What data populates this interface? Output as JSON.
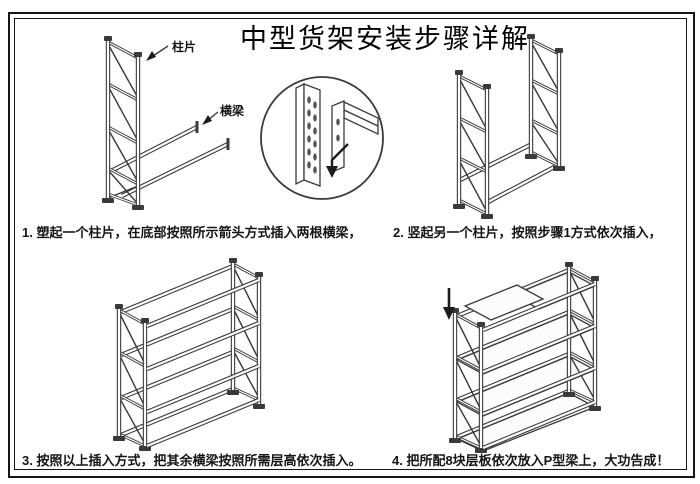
{
  "page": {
    "title": "中型货架安装步骤详解"
  },
  "diagram": {
    "part_labels": {
      "column_piece": "柱片",
      "cross_beam": "横梁"
    },
    "steps": [
      {
        "id": 1,
        "caption": "1. 塑起一个柱片，在底部按照所示箭头方式插入两根横梁，"
      },
      {
        "id": 2,
        "caption": "2. 竖起另一个柱片，按照步骤1方式依次插入，"
      },
      {
        "id": 3,
        "caption": "3. 按照以上插入方式，把其余横梁按照所需层高依次插入。"
      },
      {
        "id": 4,
        "caption": "4. 把所配8块层板依次放入P型梁上，大功告成！"
      }
    ],
    "colors": {
      "line_art": "#3a3a3a",
      "border": "#161616",
      "background": "#ffffff"
    }
  }
}
